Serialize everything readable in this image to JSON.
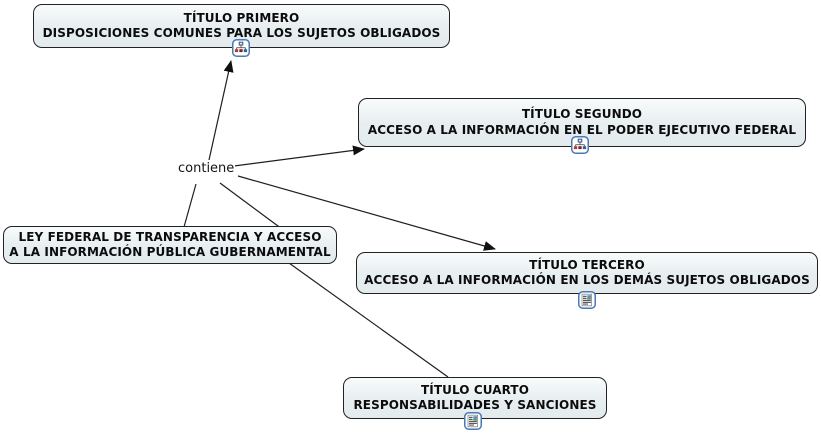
{
  "diagram": {
    "type": "concept-map",
    "linking_phrase": "contiene",
    "root": {
      "line1": "LEY FEDERAL DE TRANSPARENCIA Y ACCESO",
      "line2": "A LA INFORMACIÓN PÚBLICA GUBERNAMENTAL"
    },
    "nodes": [
      {
        "id": "titulo-primero",
        "line1": "TÍTULO PRIMERO",
        "line2": "DISPOSICIONES COMUNES PARA LOS SUJETOS OBLIGADOS",
        "icon": "cmap-resource-icon"
      },
      {
        "id": "titulo-segundo",
        "line1": "TÍTULO SEGUNDO",
        "line2": "ACCESO A LA INFORMACIÓN EN EL PODER EJECUTIVO FEDERAL",
        "icon": "cmap-resource-icon"
      },
      {
        "id": "titulo-tercero",
        "line1": "TÍTULO TERCERO",
        "line2": "ACCESO A LA INFORMACIÓN EN LOS DEMÁS SUJETOS OBLIGADOS",
        "icon": "document-resource-icon"
      },
      {
        "id": "titulo-cuarto",
        "line1": "TÍTULO CUARTO",
        "line2": "RESPONSABILIDADES Y SANCIONES",
        "icon": "document-resource-icon"
      }
    ],
    "edges": [
      {
        "from": "root",
        "to": "contiene",
        "arrow": false
      },
      {
        "from": "root",
        "to": "contiene",
        "arrow": false
      },
      {
        "from": "contiene",
        "to": "titulo-primero",
        "arrow": true
      },
      {
        "from": "contiene",
        "to": "titulo-segundo",
        "arrow": true
      },
      {
        "from": "contiene",
        "to": "titulo-tercero",
        "arrow": true
      },
      {
        "from": "root",
        "to": "titulo-cuarto",
        "arrow": false
      }
    ],
    "colors": {
      "background": "#ffffff",
      "node_fill_top": "#f8fbfb",
      "node_fill_bottom": "#e3ebee",
      "node_border": "#222222",
      "connector": "#1f1f1f",
      "icon_frame_blue": "#4a7ab5",
      "icon_node_red": "#b03a2e",
      "icon_node_dark_red": "#7b241c",
      "icon_node_blue": "#2e5f9e"
    }
  }
}
